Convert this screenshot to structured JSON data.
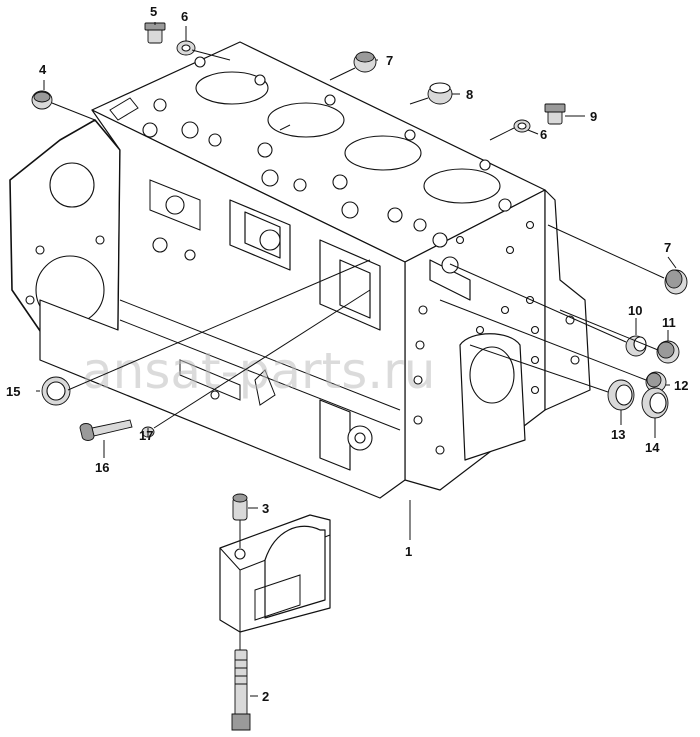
{
  "watermark": "ansat-parts.ru",
  "callouts": {
    "c1": "1",
    "c2": "2",
    "c3": "3",
    "c4": "4",
    "c5": "5",
    "c6a": "6",
    "c6b": "6",
    "c7a": "7",
    "c7b": "7",
    "c8": "8",
    "c9": "9",
    "c10": "10",
    "c11": "11",
    "c12": "12",
    "c13": "13",
    "c14": "14",
    "c15": "15",
    "c16": "16",
    "c17": "17"
  }
}
